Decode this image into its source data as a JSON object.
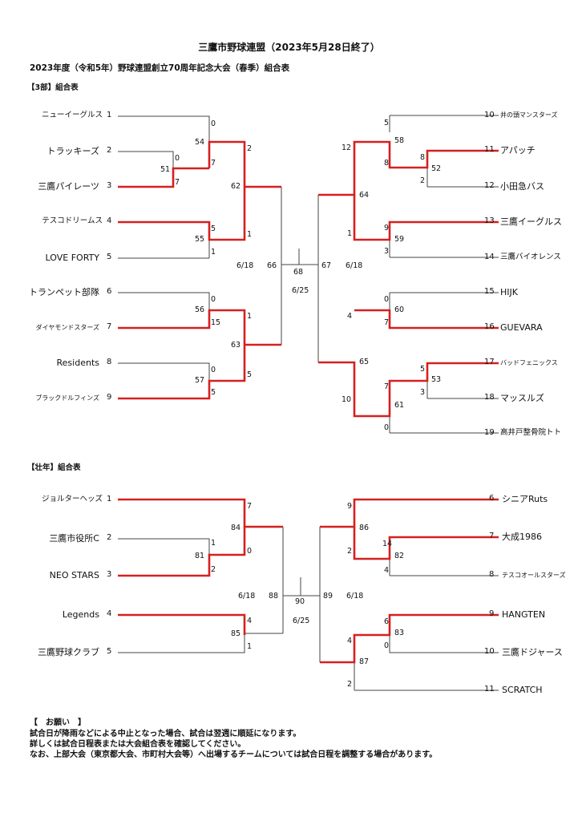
{
  "header": {
    "title": "三鷹市野球連盟（2023年5月28日終了）",
    "subtitle": "2023年度（令和5年）野球連盟創立70周年記念大会（春季）組合表"
  },
  "div3": {
    "label": "【3部】組合表",
    "left_teams": [
      {
        "name": "ニューイーグルス",
        "seed": "1"
      },
      {
        "name": "トラッキーズ",
        "seed": "2"
      },
      {
        "name": "三鷹パイレーツ",
        "seed": "3"
      },
      {
        "name": "テスコドリームス",
        "seed": "4"
      },
      {
        "name": "LOVE FORTY",
        "seed": "5"
      },
      {
        "name": "トランペット部隊",
        "seed": "6"
      },
      {
        "name": "ダイヤモンドスターズ",
        "seed": "7"
      },
      {
        "name": "Residents",
        "seed": "8"
      },
      {
        "name": "ブラックドルフィンズ",
        "seed": "9"
      }
    ],
    "right_teams": [
      {
        "name": "井の頭マンスターズ",
        "seed": "10"
      },
      {
        "name": "アパッチ",
        "seed": "11"
      },
      {
        "name": "小田急バス",
        "seed": "12"
      },
      {
        "name": "三鷹イーグルス",
        "seed": "13"
      },
      {
        "name": "三鷹バイオレンス",
        "seed": "14"
      },
      {
        "name": "HIJK",
        "seed": "15"
      },
      {
        "name": "GUEVARA",
        "seed": "16"
      },
      {
        "name": "バッドフェニックス",
        "seed": "17"
      },
      {
        "name": "マッスルズ",
        "seed": "18"
      },
      {
        "name": "高井戸整骨院トト",
        "seed": "19"
      }
    ],
    "match_numbers": {
      "m51": "51",
      "m52": "52",
      "m53": "53",
      "m54": "54",
      "m55": "55",
      "m56": "56",
      "m57": "57",
      "m58": "58",
      "m59": "59",
      "m60": "60",
      "m61": "61",
      "m62": "62",
      "m63": "63",
      "m64": "64",
      "m65": "65",
      "m66": "66",
      "m67": "67",
      "m68": "68"
    },
    "scores": {
      "s1": "0",
      "s2": "0",
      "s3": "7",
      "s54b": "7",
      "s62a": "2",
      "s4": "5",
      "s5": "1",
      "s62b": "1",
      "s6": "0",
      "s7": "15",
      "s63a": "1",
      "s8": "0",
      "s9": "5",
      "s63b": "5",
      "s10": "5",
      "s58b": "8",
      "s11": "8",
      "s12": "2",
      "s64a": "12",
      "s13": "9",
      "s14": "3",
      "s64b": "1",
      "s15": "0",
      "s16": "7",
      "s65a": "4",
      "s17": "5",
      "s18": "3",
      "s61a": "7",
      "s19": "0",
      "s65b": "10"
    },
    "dates": {
      "left": "6/18",
      "right": "6/18",
      "final": "6/25"
    }
  },
  "senior": {
    "label": "【壮年】組合表",
    "left_teams": [
      {
        "name": "ジョルターヘッズ",
        "seed": "1"
      },
      {
        "name": "三鷹市役所C",
        "seed": "2"
      },
      {
        "name": "NEO STARS",
        "seed": "3"
      },
      {
        "name": "Legends",
        "seed": "4"
      },
      {
        "name": "三鷹野球クラブ",
        "seed": "5"
      }
    ],
    "right_teams": [
      {
        "name": "シニアRuts",
        "seed": "6"
      },
      {
        "name": "大成1986",
        "seed": "7"
      },
      {
        "name": "テスコオールスターズ",
        "seed": "8"
      },
      {
        "name": "HANGTEN",
        "seed": "9"
      },
      {
        "name": "三鷹ドジャース",
        "seed": "10"
      },
      {
        "name": "SCRATCH",
        "seed": "11"
      }
    ],
    "match_numbers": {
      "m81": "81",
      "m82": "82",
      "m83": "83",
      "m84": "84",
      "m85": "85",
      "m86": "86",
      "m87": "87",
      "m88": "88",
      "m89": "89",
      "m90": "90"
    },
    "scores": {
      "s1": "7",
      "s2": "1",
      "s3": "2",
      "s84b": "0",
      "s4": "4",
      "s5": "1",
      "s6": "9",
      "s7": "14",
      "s8": "4",
      "s86b": "2",
      "s9": "6",
      "s10": "0",
      "s87a": "4",
      "s11": "2"
    },
    "dates": {
      "left": "6/18",
      "right": "6/18",
      "final": "6/25"
    }
  },
  "notice": {
    "heading": "【　お願い　】",
    "lines": [
      "試合日が降雨などによる中止となった場合、試合は翌週に順延になります。",
      "詳しくは試合日程表または大会組合表を確認してください。",
      "なお、上部大会（東京都大会、市町村大会等）へ出場するチームについては試合日程を調整する場合があります。"
    ]
  }
}
